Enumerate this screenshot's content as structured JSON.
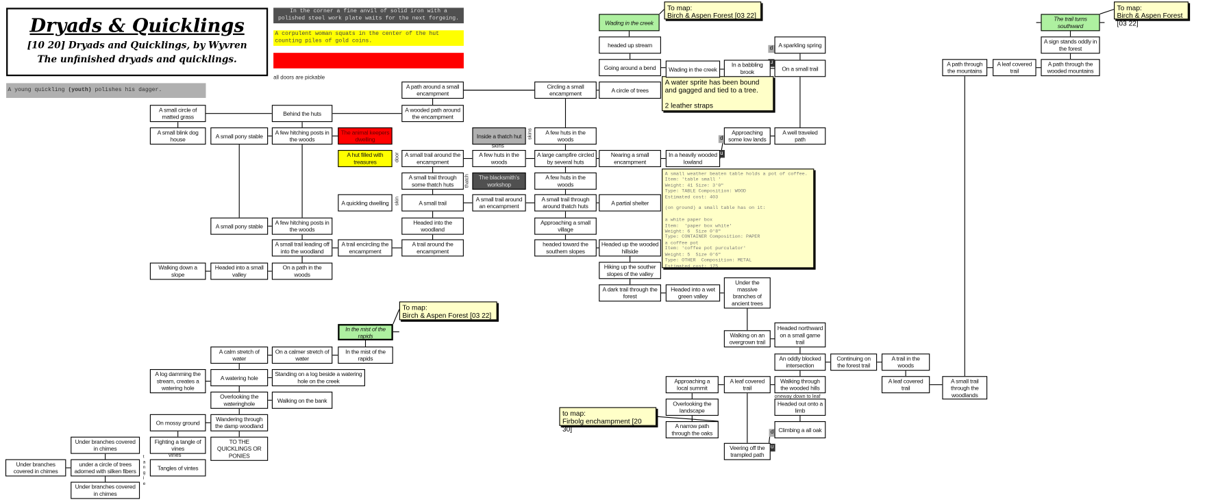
{
  "header": {
    "title": "Dryads & Quicklings",
    "subtitle": "[10 20] Dryads and Quicklings, by Wyvren",
    "tagline": "The unfinished dryads and quicklings."
  },
  "banners": {
    "anvil": "In the corner a fine anvil of solid iron with a polished steel work plate waits for the next forgeing.",
    "woman": "A corpulent woman squats in the center of the hut counting piles of gold coins.",
    "red": "",
    "doors": "all doors are pickable",
    "youth_pre": "A young quickling ",
    "youth_bold": "(youth)",
    "youth_post": " polishes his dagger."
  },
  "notes": {
    "wading_map": "To map:\nBirch & Aspen Forest [03 22]",
    "south_map": "To map:\nBirch & Aspen Forest [03 22]",
    "mist_map": "To map:\nBirch & Aspen Forest [03 22]",
    "firbolg_map": "to map:\nFirbolg enchampment [20 30]",
    "sprite": "A water sprite has been bound and gagged and tied to a tree.\n\n2 leather straps",
    "table": "A small weather beaten table holds a pot of coffee.\nItem: 'table small '\nWeight: 41 Size: 3'0\"\nType: TABLE Composition: WOOD\nEstimated cost: 403\n\n(on ground) a small table has on it:\n\na white paper box\nItem:  'paper box white'\nWeight: 6  Size 0'8\"\nType: CONTAINER Composition: PAPER\na coffee pot\nItem: 'coffee pot purculator'\nWeight: 5  Size 0'6\"\nType: OTHER  Composition: METAL\nEstimated cost: 175"
  },
  "labels": {
    "door": "door",
    "skin": "skin",
    "skins_v": "skins",
    "skins_h": "skins",
    "thatch": "thatch",
    "vines": "vines",
    "tangle": "t a n g l e",
    "oneway": "oneway down to leaf",
    "d": "d",
    "u": "u"
  },
  "rooms": {
    "matted": "A small circle of matted grass",
    "behind": "Behind the huts",
    "woodedpath": "A wooded path around the encampment",
    "pathsmall": "A path around a small encampment",
    "blink": "A small blink dog house",
    "pony1": "A small pony stable",
    "hitch1": "A few hitching posts in the woods",
    "keeper": "The animal keepers dwelling",
    "treasure": "A hut filled with treasures",
    "trailaround": "A small trail around the encampment",
    "thatchhuts": "A small trail through some thatch huts",
    "quickling": "A quickling dwelling",
    "smalltrail": "A small trail",
    "pony2": "A small pony stable",
    "hitch2": "A few hitching posts in the woods",
    "headwood": "Headed into the woodland",
    "leading": "A small trail leading off into the woodland",
    "encircling": "A trail encircling the encampment",
    "trailaroundE": "A trail around the encampment",
    "slope": "Walking down a slope",
    "valley": "Headed into a small valley",
    "onpath": "On a path in the woods",
    "insidehut": "Inside a thatch hut",
    "fewhutsF": "A few huts in the woods",
    "blacksmith": "The blacksmith's workshop",
    "aroundenc": "A small trail around an encampment",
    "circling": "Circling a small encampment",
    "fewhutsG": "A few huts in the woods",
    "campfire": "A large campfire circled by several huts",
    "fewhutsG2": "A few huts in the woods",
    "thatcharound": "A small trail through around thatch huts",
    "village": "Approaching a small village",
    "southern": "headed toward the southern slopes",
    "wadinggreen": "Wading in the creek",
    "upstream": "headed up stream",
    "bend": "Going around a bend",
    "circletrees": "A circle of trees",
    "nearing": "Nearing a small encampment",
    "shelter": "A partial shelter",
    "hillside": "Headed up the wooded hillside",
    "hiking": "Hiking up the souther slopes of the valley",
    "darktrail": "A dark trail through the forest",
    "wadingcreek": "Wading in the creek",
    "heavily": "In a heavily wooded lowland",
    "wetvalley": "Headed into a wet green valley",
    "babbling": "In a babbling brook",
    "lowlands": "Approaching some low lands",
    "massive": "Under the massive branches of ancient trees",
    "overgrown": "Walking on an overgrown trail",
    "sparkling": "A sparkling spring",
    "smalltrailK": "On a small trail",
    "welltraveled": "A well traveled path",
    "northward": "Headed northward on a small game trail",
    "oddly": "An oddly blocked intersection",
    "continuing": "Continuing on the forest trail",
    "trailwoods": "A trail in the woods",
    "leafR": "A leaf covered trail",
    "woodlands": "A small trail through the woodlands",
    "summit": "Approaching a local summit",
    "leafJ": "A leaf covered trail",
    "wooded hills": "Walking through the wooded hills",
    "limb": "Headed out onto a limb",
    "oak": "Climbing a all oak",
    "landscape": "Overlooking the landscape",
    "narrow": "A narrow path through the oaks",
    "veering": "Veering off the trampled path",
    "turns": "The trail turns southward",
    "sign": "A sign stands oddly in the forest",
    "woodedmtn": "A path through the wooded mountains",
    "leafmtn": "A leaf covered trail",
    "mountains": "A path through the mountains",
    "mist": "In the mist of the rapids",
    "calm": "A calm stretch of water",
    "calmer": "On a calmer stretch of water",
    "inmist": "In the mist of the rapids",
    "log": "A log damming the stream, creates a watering hole",
    "watering": "A watering hole",
    "standing": "Standing on a log beside a watering hole on the creek",
    "overwater": "Overlooking the wateringhole",
    "bank": "Walking on the bank",
    "mossy": "On mossy ground",
    "wandering": "Wandering through the damp woodland",
    "fighting": "Fighting a tangle of vines",
    "tothe": "TO THE QUICKLINGS OR PONIES",
    "chimesTop": "Under branches covered in chimes",
    "silken": "under a circle of trees adorned with silken fibers",
    "chimesLeft": "Under branches covered in chimes",
    "tangles": "Tangles of vintes",
    "chimesBottom": "Under branches covered in chimes"
  },
  "colors": {
    "start": "#aef0a0",
    "note": "#ffffc8",
    "danger": "#ff0000",
    "treasure": "#ffff00",
    "dark": "#505050",
    "gray": "#b0b0b0"
  }
}
